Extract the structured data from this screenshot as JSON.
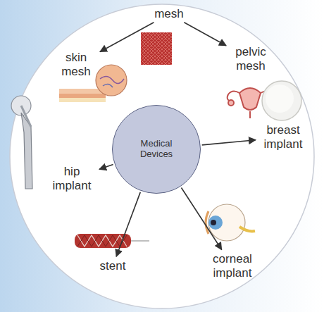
{
  "diagram": {
    "nodes": [
      {
        "text": [
          "Medical Devices"
        ]
      },
      {
        "text": [
          "mesh"
        ]
      },
      {
        "text": [
          "skin mesh"
        ]
      },
      {
        "text": [
          "pelvic mesh"
        ]
      },
      {
        "text": [
          "breast implant"
        ]
      },
      {
        "text": [
          "corneal implant"
        ]
      },
      {
        "text": [
          "stent"
        ]
      },
      {
        "text": [
          "hip implant"
        ]
      }
    ],
    "edges": [
      {
        "from": 1,
        "to": 2,
        "arrow": "to"
      },
      {
        "from": 1,
        "to": 3,
        "arrow": "to"
      },
      {
        "from": 0,
        "to": 4,
        "arrow": "to"
      },
      {
        "from": 0,
        "to": 5,
        "arrow": "to"
      },
      {
        "from": 0,
        "to": 6,
        "arrow": "to"
      },
      {
        "from": 0,
        "to": 7,
        "arrow": "to"
      }
    ]
  }
}
